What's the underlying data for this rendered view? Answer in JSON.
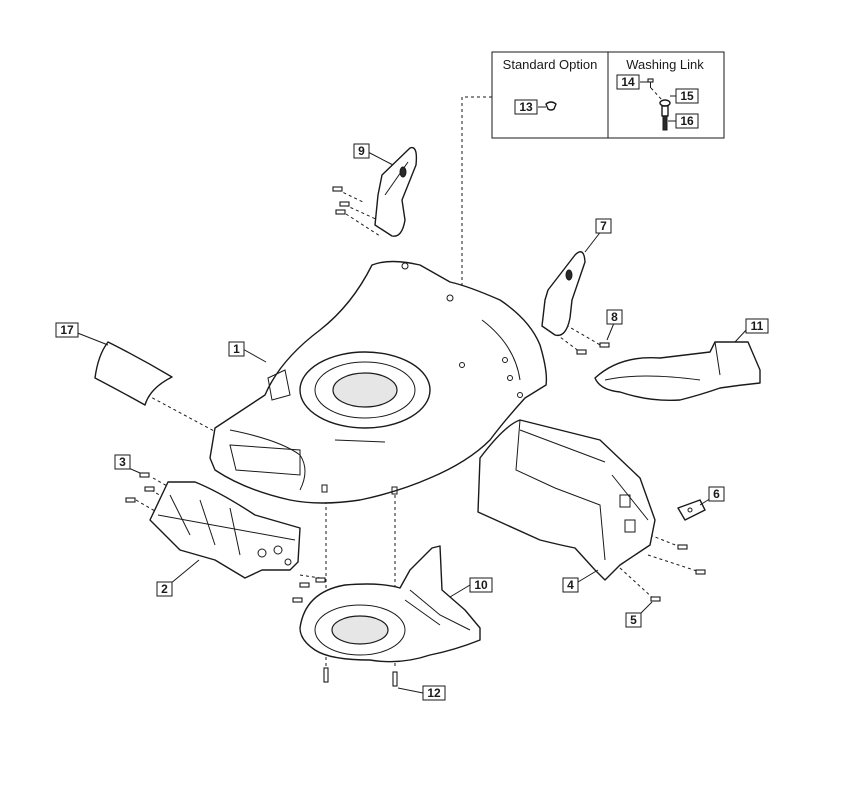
{
  "inset_table": {
    "col1_header": "Standard Option",
    "col2_header": "Washing Link"
  },
  "callouts": {
    "c1": "1",
    "c2": "2",
    "c3": "3",
    "c4": "4",
    "c5": "5",
    "c6": "6",
    "c7": "7",
    "c8": "8",
    "c9": "9",
    "c10": "10",
    "c11": "11",
    "c12": "12",
    "c13": "13",
    "c14": "14",
    "c15": "15",
    "c16": "16",
    "c17": "17"
  },
  "parts": [
    {
      "id": "1",
      "icon": "deck-icon"
    },
    {
      "id": "2",
      "icon": "front-guard-icon"
    },
    {
      "id": "3",
      "icon": "screw-icon"
    },
    {
      "id": "4",
      "icon": "rear-chute-icon"
    },
    {
      "id": "5",
      "icon": "screw-icon"
    },
    {
      "id": "6",
      "icon": "clip-icon"
    },
    {
      "id": "7",
      "icon": "bracket-icon"
    },
    {
      "id": "8",
      "icon": "screw-icon"
    },
    {
      "id": "9",
      "icon": "bracket-icon"
    },
    {
      "id": "10",
      "icon": "baffle-icon"
    },
    {
      "id": "11",
      "icon": "rear-flap-icon"
    },
    {
      "id": "12",
      "icon": "screw-icon"
    },
    {
      "id": "13",
      "icon": "plug-icon"
    },
    {
      "id": "14",
      "icon": "screw-icon"
    },
    {
      "id": "15",
      "icon": "washer-icon"
    },
    {
      "id": "16",
      "icon": "connector-icon"
    },
    {
      "id": "17",
      "icon": "label-icon"
    }
  ]
}
